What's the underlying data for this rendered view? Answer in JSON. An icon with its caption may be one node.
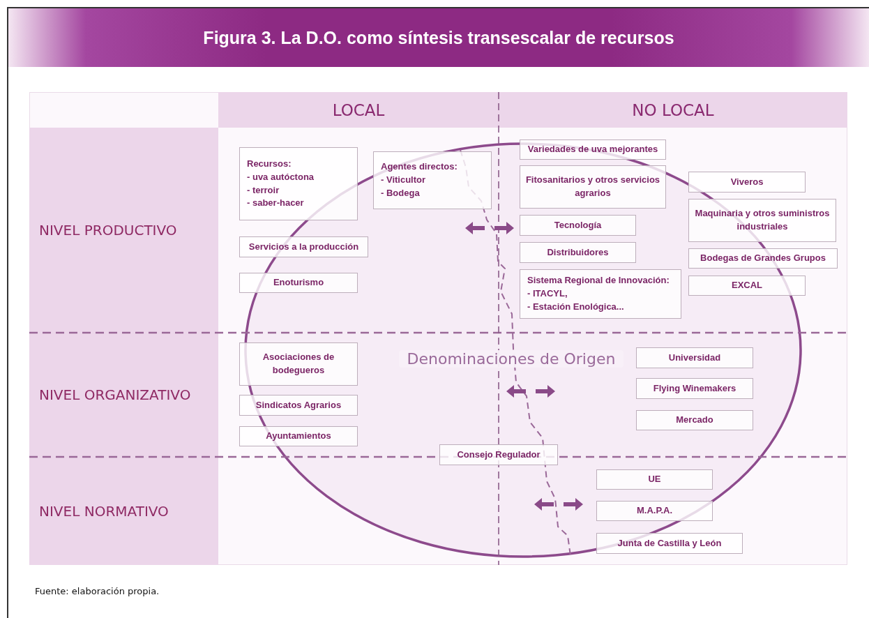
{
  "diagram": {
    "title": "Figura 3.  La D.O. como síntesis transescalar de recursos",
    "nodes": [
      {
        "text": [
          "LOCAL"
        ]
      },
      {
        "text": [
          "NO LOCAL"
        ]
      },
      {
        "text": [
          "NIVEL PRODUCTIVO"
        ]
      },
      {
        "text": [
          "NIVEL ORGANIZATIVO"
        ]
      },
      {
        "text": [
          "NIVEL NORMATIVO"
        ]
      },
      {
        "text": [
          "Denominaciones de Origen"
        ]
      },
      {
        "text": [
          "Recursos:",
          "- uva autóctona",
          "- terroir",
          "- saber-hacer"
        ]
      },
      {
        "text": [
          "Agentes directos:",
          "- Viticultor",
          "- Bodega"
        ]
      },
      {
        "text": [
          "Servicios a la producción"
        ]
      },
      {
        "text": [
          "Enoturismo"
        ]
      },
      {
        "text": [
          "Variedades de uva mejorantes"
        ]
      },
      {
        "text": [
          "Fitosanitarios y otros servicios agrarios"
        ]
      },
      {
        "text": [
          "Tecnología"
        ]
      },
      {
        "text": [
          "Distribuidores"
        ]
      },
      {
        "text": [
          "Sistema Regional de Innovación:",
          "- ITACYL,",
          "- Estación Enológica..."
        ]
      },
      {
        "text": [
          "Viveros"
        ]
      },
      {
        "text": [
          "Maquinaria y otros suministros industriales"
        ]
      },
      {
        "text": [
          "Bodegas de Grandes Grupos"
        ]
      },
      {
        "text": [
          "EXCAL"
        ]
      },
      {
        "text": [
          "Asociaciones de bodegueros"
        ]
      },
      {
        "text": [
          "Sindicatos Agrarios"
        ]
      },
      {
        "text": [
          "Ayuntamientos"
        ]
      },
      {
        "text": [
          "Universidad"
        ]
      },
      {
        "text": [
          "Flying Winemakers"
        ]
      },
      {
        "text": [
          "Mercado"
        ]
      },
      {
        "text": [
          "Consejo Regulador"
        ]
      },
      {
        "text": [
          "UE"
        ]
      },
      {
        "text": [
          "M.A.P.A."
        ]
      },
      {
        "text": [
          "Junta de Castilla y León"
        ]
      }
    ],
    "caption": "Fuente: elaboración propia."
  }
}
